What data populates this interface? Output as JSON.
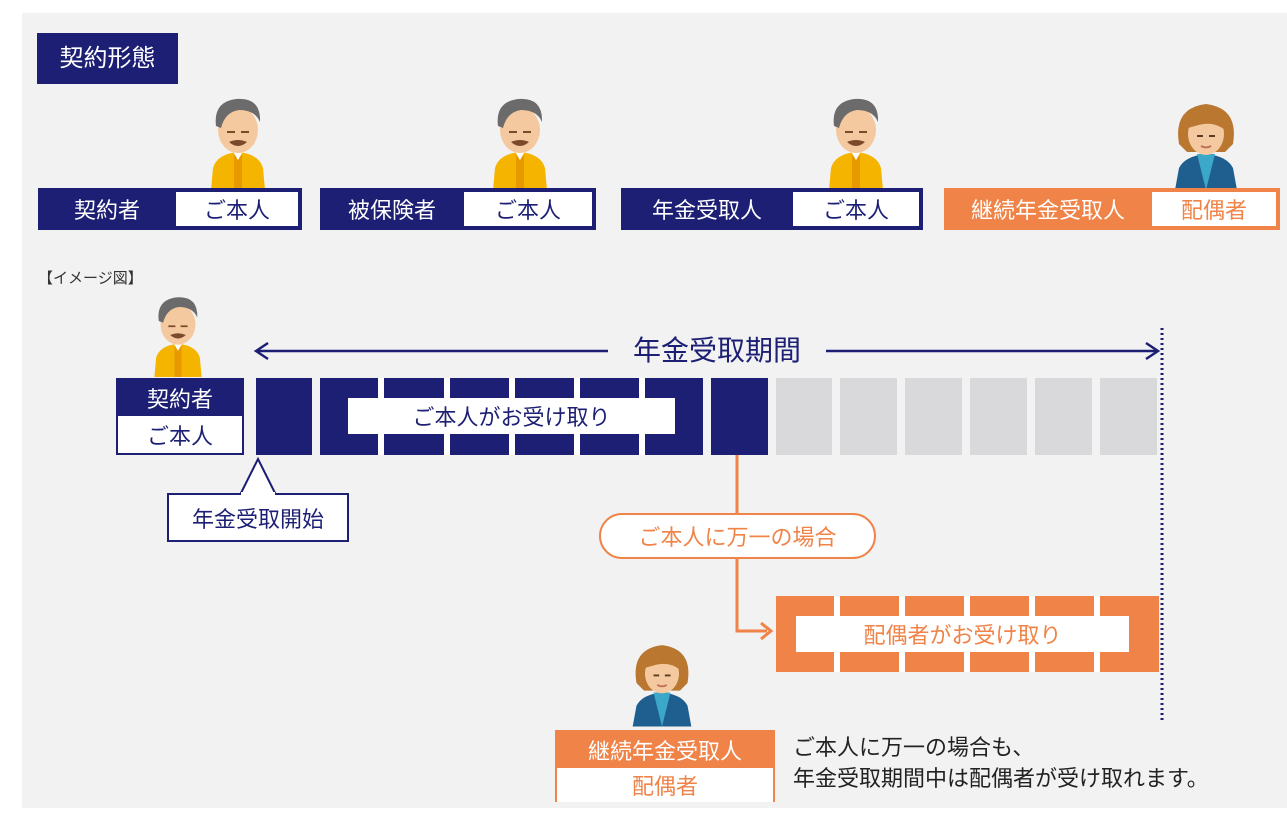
{
  "header": {
    "title": "契約形態"
  },
  "roles": [
    {
      "key": "契約者",
      "value": "ご本人"
    },
    {
      "key": "被保険者",
      "value": "ご本人"
    },
    {
      "key": "年金受取人",
      "value": "ご本人"
    },
    {
      "key": "継続年金受取人",
      "value": "配偶者"
    }
  ],
  "image_note": "【イメージ図】",
  "timeline": {
    "period_label": "年金受取期間",
    "self_receipt_label": "ご本人がお受け取り",
    "spouse_receipt_label": "配偶者がお受け取り",
    "start_label": "年金受取開始",
    "contingency_label": "ご本人に万一の場合",
    "left_person": {
      "key": "契約者",
      "value": "ご本人"
    },
    "bottom_person": {
      "key": "継続年金受取人",
      "value": "配偶者"
    }
  },
  "note": {
    "line1": "ご本人に万一の場合も、",
    "line2": "年金受取期間中は配偶者が受け取れます。"
  },
  "colors": {
    "navy": "#1c1f73",
    "orange": "#f08347",
    "gray": "#d9d9db",
    "background": "#f2f2f2"
  },
  "icons": {
    "male": "elderly-man-icon",
    "female": "woman-icon"
  }
}
